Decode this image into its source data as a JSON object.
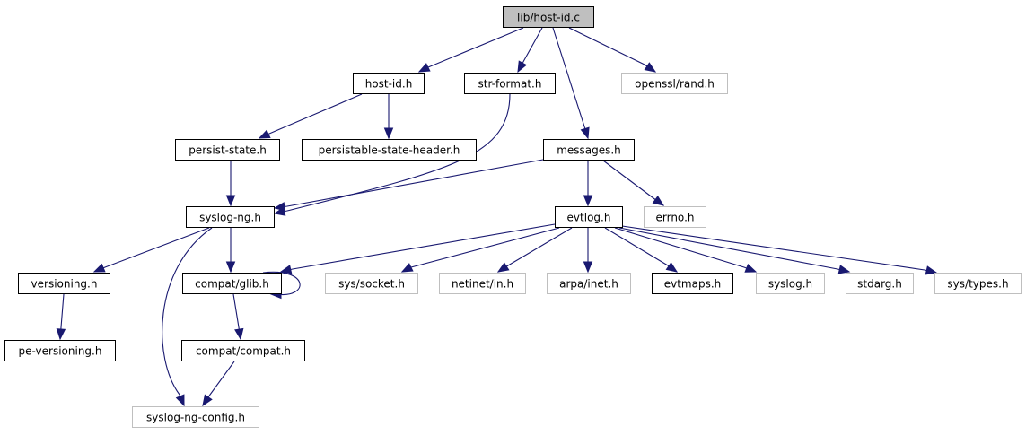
{
  "title": "lib/host-id.c",
  "colors": {
    "edge": "#191970",
    "root_fill": "#bfbfbf",
    "node_border": "#000000",
    "external_border": "#bfbfbf",
    "node_fill": "#ffffff"
  },
  "nodes": [
    {
      "id": "host_id_c",
      "label": "lib/host-id.c",
      "kind": "root"
    },
    {
      "id": "host_id_h",
      "label": "host-id.h",
      "kind": "normal"
    },
    {
      "id": "str_format_h",
      "label": "str-format.h",
      "kind": "normal"
    },
    {
      "id": "openssl_rand_h",
      "label": "openssl/rand.h",
      "kind": "external"
    },
    {
      "id": "persist_state_h",
      "label": "persist-state.h",
      "kind": "normal"
    },
    {
      "id": "persistable_state_header_h",
      "label": "persistable-state-header.h",
      "kind": "normal"
    },
    {
      "id": "messages_h",
      "label": "messages.h",
      "kind": "normal"
    },
    {
      "id": "syslog_ng_h",
      "label": "syslog-ng.h",
      "kind": "normal"
    },
    {
      "id": "evtlog_h",
      "label": "evtlog.h",
      "kind": "normal"
    },
    {
      "id": "errno_h",
      "label": "errno.h",
      "kind": "external"
    },
    {
      "id": "versioning_h",
      "label": "versioning.h",
      "kind": "normal"
    },
    {
      "id": "compat_glib_h",
      "label": "compat/glib.h",
      "kind": "normal"
    },
    {
      "id": "sys_socket_h",
      "label": "sys/socket.h",
      "kind": "external"
    },
    {
      "id": "netinet_in_h",
      "label": "netinet/in.h",
      "kind": "external"
    },
    {
      "id": "arpa_inet_h",
      "label": "arpa/inet.h",
      "kind": "external"
    },
    {
      "id": "evtmaps_h",
      "label": "evtmaps.h",
      "kind": "normal"
    },
    {
      "id": "syslog_h",
      "label": "syslog.h",
      "kind": "external"
    },
    {
      "id": "stdarg_h",
      "label": "stdarg.h",
      "kind": "external"
    },
    {
      "id": "sys_types_h",
      "label": "sys/types.h",
      "kind": "external"
    },
    {
      "id": "pe_versioning_h",
      "label": "pe-versioning.h",
      "kind": "normal"
    },
    {
      "id": "compat_compat_h",
      "label": "compat/compat.h",
      "kind": "normal"
    },
    {
      "id": "syslog_ng_config_h",
      "label": "syslog-ng-config.h",
      "kind": "external"
    }
  ],
  "edges": [
    {
      "from": "host_id_c",
      "to": "host_id_h"
    },
    {
      "from": "host_id_c",
      "to": "str_format_h"
    },
    {
      "from": "host_id_c",
      "to": "messages_h"
    },
    {
      "from": "host_id_c",
      "to": "openssl_rand_h"
    },
    {
      "from": "host_id_h",
      "to": "persist_state_h"
    },
    {
      "from": "host_id_h",
      "to": "persistable_state_header_h"
    },
    {
      "from": "str_format_h",
      "to": "syslog_ng_h"
    },
    {
      "from": "persist_state_h",
      "to": "syslog_ng_h"
    },
    {
      "from": "messages_h",
      "to": "syslog_ng_h"
    },
    {
      "from": "messages_h",
      "to": "evtlog_h"
    },
    {
      "from": "messages_h",
      "to": "errno_h"
    },
    {
      "from": "syslog_ng_h",
      "to": "versioning_h"
    },
    {
      "from": "syslog_ng_h",
      "to": "compat_glib_h"
    },
    {
      "from": "syslog_ng_h",
      "to": "syslog_ng_config_h"
    },
    {
      "from": "versioning_h",
      "to": "pe_versioning_h"
    },
    {
      "from": "compat_glib_h",
      "to": "compat_glib_h"
    },
    {
      "from": "compat_glib_h",
      "to": "compat_compat_h"
    },
    {
      "from": "compat_compat_h",
      "to": "syslog_ng_config_h"
    },
    {
      "from": "evtlog_h",
      "to": "compat_glib_h"
    },
    {
      "from": "evtlog_h",
      "to": "sys_socket_h"
    },
    {
      "from": "evtlog_h",
      "to": "netinet_in_h"
    },
    {
      "from": "evtlog_h",
      "to": "arpa_inet_h"
    },
    {
      "from": "evtlog_h",
      "to": "evtmaps_h"
    },
    {
      "from": "evtlog_h",
      "to": "syslog_h"
    },
    {
      "from": "evtlog_h",
      "to": "stdarg_h"
    },
    {
      "from": "evtlog_h",
      "to": "sys_types_h"
    }
  ]
}
